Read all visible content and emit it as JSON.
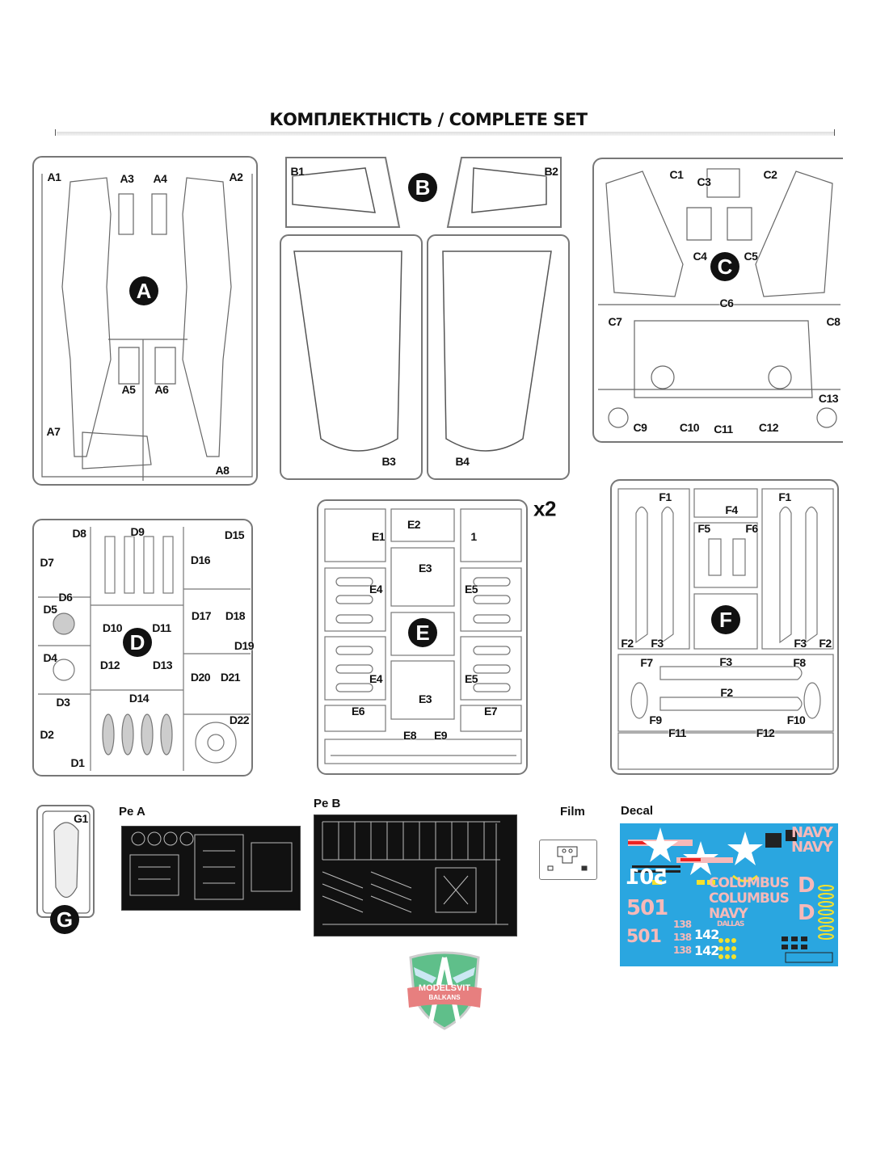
{
  "header": {
    "title": "КОМПЛЕКТНІСТЬ / COMPLETE SET"
  },
  "sprues": {
    "A": {
      "letter": "A",
      "labels": [
        "A1",
        "A3",
        "A4",
        "A2",
        "A5",
        "A6",
        "A7",
        "A8"
      ]
    },
    "B": {
      "letter": "B",
      "labels": [
        "B1",
        "B2",
        "B3",
        "B4"
      ]
    },
    "C": {
      "letter": "C",
      "labels": [
        "C1",
        "C3",
        "C2",
        "C4",
        "C5",
        "C6",
        "C7",
        "C8",
        "C13",
        "C9",
        "C10",
        "C11",
        "C12"
      ]
    },
    "D": {
      "letter": "D",
      "labels": [
        "D8",
        "D9",
        "D15",
        "D7",
        "D16",
        "D6",
        "D5",
        "D17",
        "D18",
        "D10",
        "D11",
        "D19",
        "D4",
        "D12",
        "D13",
        "D20",
        "D21",
        "D3",
        "D14",
        "D22",
        "D2",
        "D1"
      ]
    },
    "E": {
      "letter": "E",
      "quantity": "x2",
      "labels": [
        "E1",
        "E2",
        "1",
        "E3",
        "E4",
        "E5",
        "E4",
        "E5",
        "E3",
        "E6",
        "E7",
        "E8",
        "E9"
      ]
    },
    "F": {
      "letter": "F",
      "labels": [
        "F1",
        "F1",
        "F4",
        "F5",
        "F6",
        "F2",
        "F3",
        "F3",
        "F2",
        "F7",
        "F3",
        "F8",
        "F2",
        "F9",
        "F10",
        "F11",
        "F12"
      ]
    },
    "G": {
      "letter": "G",
      "labels": [
        "G1"
      ]
    }
  },
  "extras": {
    "pe_a": "Pe A",
    "pe_b": "Pe B",
    "film": "Film",
    "decal": "Decal"
  },
  "decal_texts": [
    "NAVY",
    "NAVY",
    "COLUMBUS",
    "COLUMBUS",
    "NAVY",
    "DALLAS",
    "501",
    "501",
    "501",
    "138",
    "138",
    "138",
    "142",
    "142",
    "D",
    "D"
  ],
  "logo": {
    "line1": "MODELSVIT",
    "line2": "BALKANS"
  },
  "colors": {
    "decal_bg": "#2aa6e0",
    "decal_pink": "#f6b9b9",
    "logo_green": "#5fbf8a",
    "logo_ribbon": "#e77f7f"
  }
}
